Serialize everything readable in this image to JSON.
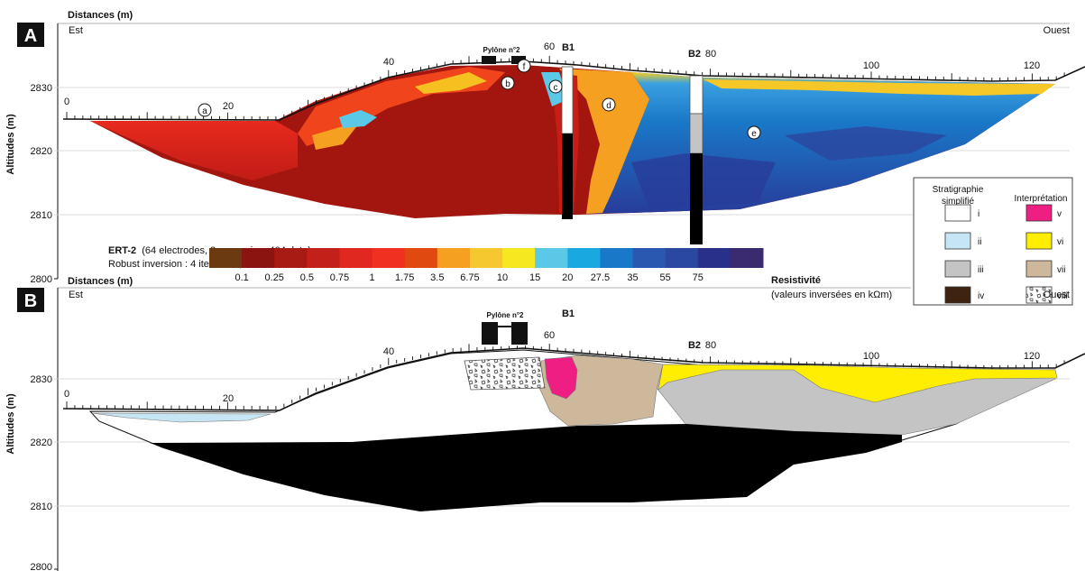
{
  "panel_a": {
    "letter": "A",
    "x_axis_title": "Distances (m)",
    "y_axis_title": "Altitudes (m)",
    "left_label": "Est",
    "right_label": "Ouest",
    "altitude_ticks": [
      "2830",
      "2820",
      "2810",
      "2800"
    ],
    "distance_ticks": [
      "0",
      "20",
      "40",
      "60",
      "80",
      "100",
      "120"
    ],
    "pylon_label": "Pylône n°2",
    "boreholes": [
      "B1",
      "B2"
    ],
    "zone_letters": [
      "a",
      "b",
      "c",
      "d",
      "e",
      "f"
    ],
    "ert_title": "ERT-2",
    "ert_details": "(64 electrodes, 2 m spacing; 404 data)",
    "inversion_line": "Robust inversion : 4 iterations; Abs. error = 5.4",
    "colorbar": {
      "title": "Resistivité",
      "subtitle": "(valeurs inversées en kΩm)",
      "labels": [
        "0.1",
        "0.25",
        "0.5",
        "0.75",
        "1",
        "1.75",
        "3.5",
        "6.75",
        "10",
        "15",
        "20",
        "27.5",
        "35",
        "55",
        "75"
      ],
      "colors": [
        "#6b3a10",
        "#8b1410",
        "#a81a14",
        "#c4201a",
        "#e02820",
        "#f03020",
        "#e04a10",
        "#f5a020",
        "#f5c830",
        "#f5e820",
        "#5ac8e6",
        "#1aa8e0",
        "#1a78c8",
        "#2a58b0",
        "#2a48a0",
        "#28308a",
        "#3a2a70"
      ]
    }
  },
  "panel_b": {
    "letter": "B",
    "x_axis_title": "Distances (m)",
    "y_axis_title": "Altitudes (m)",
    "left_label": "Est",
    "right_label": "Ouest",
    "altitude_ticks": [
      "2830",
      "2820",
      "2810",
      "2800"
    ],
    "distance_ticks": [
      "0",
      "20",
      "40",
      "60",
      "80",
      "100",
      "120"
    ],
    "pylon_label": "Pylône n°2",
    "boreholes": [
      "B1",
      "B2"
    ]
  },
  "legend": {
    "strat_title_line1": "Stratigraphie",
    "strat_title_line2": "simplifié",
    "interp_title": "Interprétation",
    "strat_items": [
      {
        "code": "i",
        "color": "#ffffff"
      },
      {
        "code": "ii",
        "color": "#c6e6f6"
      },
      {
        "code": "iii",
        "color": "#c4c4c4"
      },
      {
        "code": "iv",
        "color": "#3e2410"
      }
    ],
    "interp_items": [
      {
        "code": "v",
        "color": "#ee1e82"
      },
      {
        "code": "vi",
        "color": "#ffee00"
      },
      {
        "code": "vii",
        "color": "#cdb89c"
      },
      {
        "code": "viii",
        "color": "#ffffff"
      }
    ]
  }
}
